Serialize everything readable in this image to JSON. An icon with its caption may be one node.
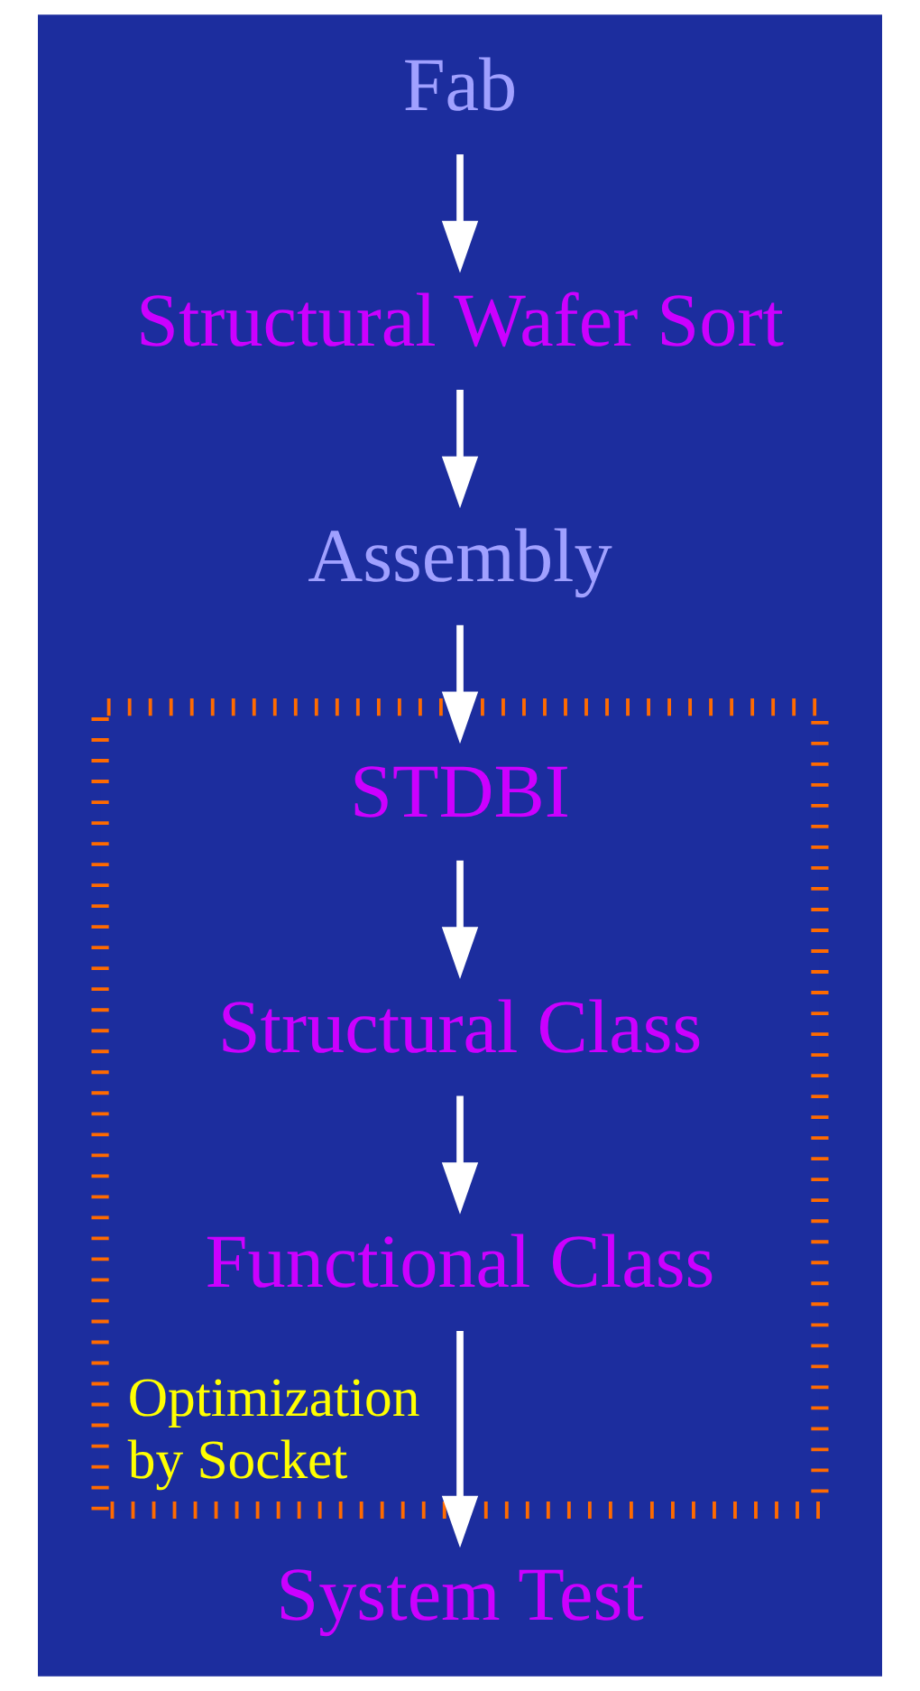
{
  "diagram": {
    "nodes": [
      {
        "text": [
          "Fab"
        ]
      },
      {
        "text": [
          "Structural Wafer Sort"
        ]
      },
      {
        "text": [
          "Assembly"
        ]
      },
      {
        "text": [
          "Optimization by Socket"
        ]
      },
      {
        "text": [
          "STDBI"
        ],
        "in": 3
      },
      {
        "text": [
          "Structural Class"
        ],
        "in": 3
      },
      {
        "text": [
          "Functional Class"
        ],
        "in": 3
      },
      {
        "text": [
          "System Test"
        ]
      }
    ],
    "edges": [
      {
        "from": 0,
        "to": 1,
        "arrow": "to"
      },
      {
        "from": 1,
        "to": 2,
        "arrow": "to"
      },
      {
        "from": 2,
        "to": 4,
        "arrow": "to"
      },
      {
        "from": 4,
        "to": 5,
        "arrow": "to"
      },
      {
        "from": 5,
        "to": 6,
        "arrow": "to"
      },
      {
        "from": 6,
        "to": 7,
        "arrow": "to"
      }
    ]
  }
}
